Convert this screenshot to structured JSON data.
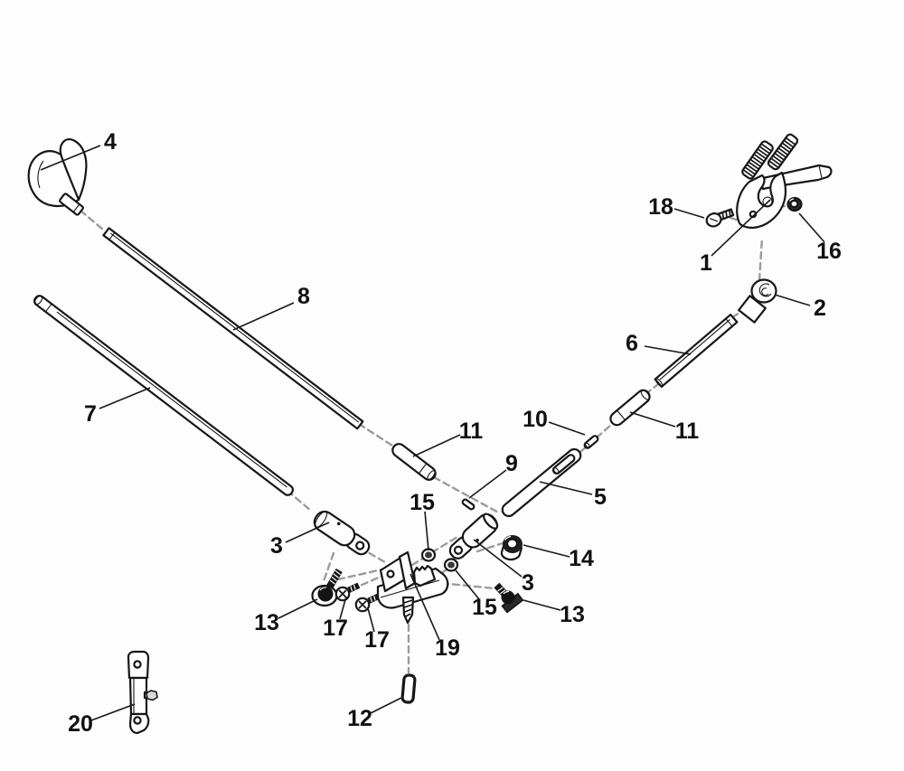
{
  "diagram": {
    "kind": "exploded-parts-diagram",
    "background": "#fdfdfd",
    "outline_color": "#161616",
    "dash_color": "#9c9c9c",
    "label_color": "#111111"
  },
  "callouts": [
    {
      "part": "grip-handle",
      "number": "4"
    },
    {
      "part": "upper-pole-tube",
      "number": "8"
    },
    {
      "part": "lower-pole-tube",
      "number": "7"
    },
    {
      "part": "lever-screw",
      "number": "18"
    },
    {
      "part": "lever-head",
      "number": "1"
    },
    {
      "part": "lever-lock-nut",
      "number": "16"
    },
    {
      "part": "eyelet-bushing",
      "number": "2"
    },
    {
      "part": "upper-link-rod",
      "number": "6"
    },
    {
      "part": "connector-ferrule-right",
      "number": "11"
    },
    {
      "part": "coupling-pin-right",
      "number": "10"
    },
    {
      "part": "slotted-link-rod",
      "number": "5"
    },
    {
      "part": "coupling-pin-left",
      "number": "9"
    },
    {
      "part": "connector-ferrule-left",
      "number": "11"
    },
    {
      "part": "hex-nut-upper",
      "number": "15"
    },
    {
      "part": "rod-coupler-left",
      "number": "3"
    },
    {
      "part": "flange-nut",
      "number": "14"
    },
    {
      "part": "rod-coupler-right",
      "number": "3"
    },
    {
      "part": "carriage-bolt-left",
      "number": "13"
    },
    {
      "part": "pan-screw-left",
      "number": "17"
    },
    {
      "part": "pan-screw-right",
      "number": "17"
    },
    {
      "part": "hex-nut-lower",
      "number": "15"
    },
    {
      "part": "carriage-bolt-right",
      "number": "13"
    },
    {
      "part": "pivot-bracket",
      "number": "19"
    },
    {
      "part": "lower-pin",
      "number": "12"
    },
    {
      "part": "anchor-strap",
      "number": "20"
    }
  ]
}
